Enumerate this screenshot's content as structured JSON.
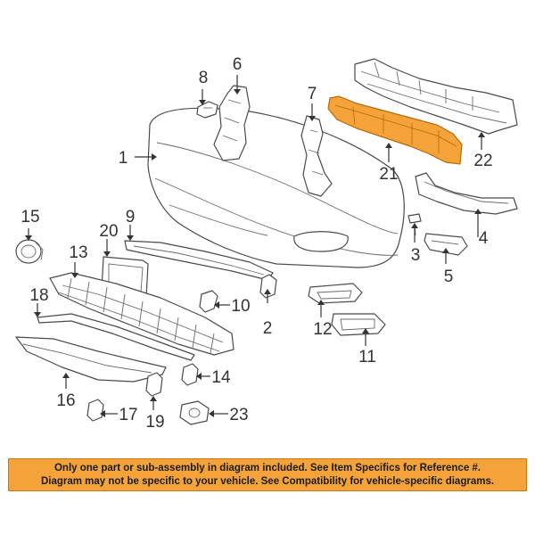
{
  "diagram": {
    "highlight_color": "#f4a23a",
    "line_color": "#4a4a4a",
    "parts": [
      {
        "number": "1"
      },
      {
        "number": "2"
      },
      {
        "number": "3"
      },
      {
        "number": "4"
      },
      {
        "number": "5"
      },
      {
        "number": "6"
      },
      {
        "number": "7"
      },
      {
        "number": "8"
      },
      {
        "number": "9"
      },
      {
        "number": "10"
      },
      {
        "number": "11"
      },
      {
        "number": "12"
      },
      {
        "number": "13"
      },
      {
        "number": "14"
      },
      {
        "number": "15"
      },
      {
        "number": "16"
      },
      {
        "number": "17"
      },
      {
        "number": "18"
      },
      {
        "number": "19"
      },
      {
        "number": "20"
      },
      {
        "number": "21",
        "highlighted": true
      },
      {
        "number": "22"
      },
      {
        "number": "23"
      }
    ]
  },
  "notice": {
    "line1": "Only one part or sub-assembly in diagram included. See Item Specifics for Reference #.",
    "line2": "Diagram may not be specific to your vehicle. See Compatibility for vehicle-specific diagrams.",
    "background_color": "#f4a23a"
  }
}
